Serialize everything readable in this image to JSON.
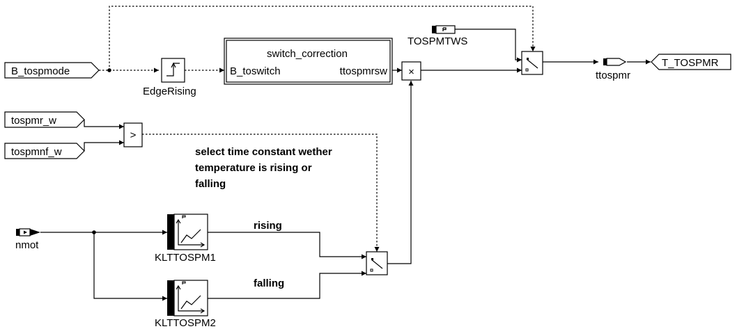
{
  "inports": {
    "b_tospmode": "B_tospmode",
    "tospmr_w": "tospmr_w",
    "tospmnf_w": "tospmnf_w"
  },
  "outport": {
    "t_tospmr": "T_TOSPMR"
  },
  "blocks": {
    "edge_rising": "EdgeRising",
    "switch_correction": {
      "title": "switch_correction",
      "input": "B_toswitch",
      "output": "ttospmrsw"
    },
    "product_symbol": "×",
    "compare_symbol": ">",
    "map1": "KLTTOSPM1",
    "map2": "KLTTOSPM2"
  },
  "params": {
    "tospmtws": "TOSPMTWS"
  },
  "signals": {
    "nmot": "nmot",
    "ttospmr": "ttospmr",
    "rising": "rising",
    "falling": "falling"
  },
  "annotation": [
    "select time constant wether",
    "temperature is rising or",
    "falling"
  ]
}
